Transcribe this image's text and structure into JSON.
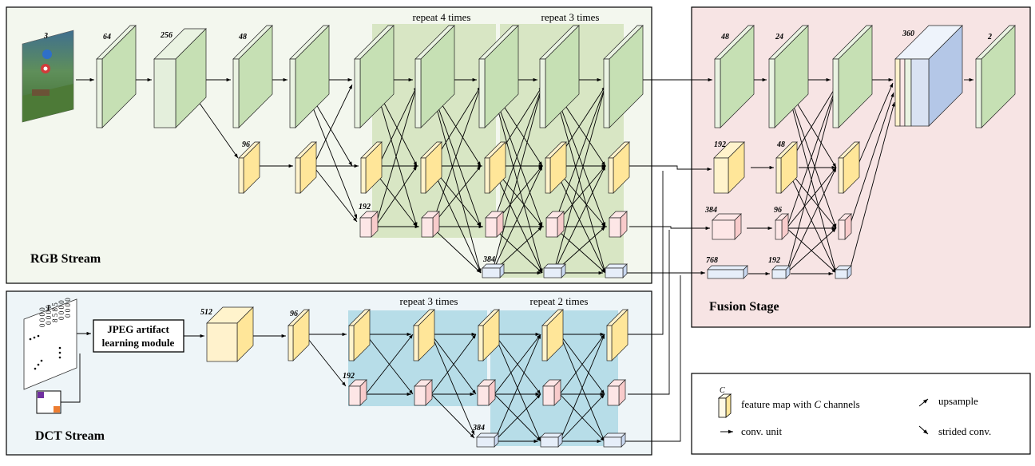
{
  "streams": {
    "rgb_label": "RGB Stream",
    "dct_label": "DCT Stream",
    "fusion_label": "Fusion Stage"
  },
  "repeat_labels": {
    "rgb_a": "repeat 4 times",
    "rgb_b": "repeat 3 times",
    "dct_a": "repeat 3 times",
    "dct_b": "repeat 2 times"
  },
  "channels": {
    "rgb_in": "3",
    "c64": "64",
    "c256": "256",
    "rgb_48": "48",
    "rgb_96": "96",
    "rgb_192": "192",
    "rgb_384": "384",
    "dct_in": "1",
    "dct_512": "512",
    "dct_96": "96",
    "dct_192": "192",
    "dct_384": "384",
    "f_48": "48",
    "f_24": "24",
    "f_192": "192",
    "f_48b": "48",
    "f_384": "384",
    "f_96": "96",
    "f_768": "768",
    "f_192b": "192",
    "f_360": "360",
    "f_2": "2"
  },
  "jpeg_module": {
    "line1": "JPEG artifact",
    "line2": "learning module"
  },
  "dct_digits": {
    "col1": "0 0 0 0",
    "col2": "0 0 0 0",
    "col3": "8 5 8 5",
    "col4": "0 0 0 0",
    "col5": "0 0 0 0"
  },
  "legend": {
    "c_letter": "C",
    "feature_map": "feature map with C channels",
    "feature_map_pre": "feature map with ",
    "feature_map_c": "C",
    "feature_map_post": " channels",
    "conv_unit": "conv. unit",
    "upsample": "upsample",
    "strided": "strided conv."
  },
  "colors": {
    "green": "#c6e0b4",
    "green_dark": "#8fb874",
    "yellow": "#ffe699",
    "yellow_dark": "#d8b85a",
    "pink": "#f8cbcb",
    "pink_dark": "#d48f8f",
    "blue": "#c9d8f0",
    "blue_dark": "#8aa3cc",
    "rgb_bg": "#f3f7ee",
    "dct_bg": "#eef5f8",
    "fusion_bg": "#f7e4e4",
    "rgb_repeat": "#d8e6c4",
    "dct_repeat": "#b7dde8"
  }
}
